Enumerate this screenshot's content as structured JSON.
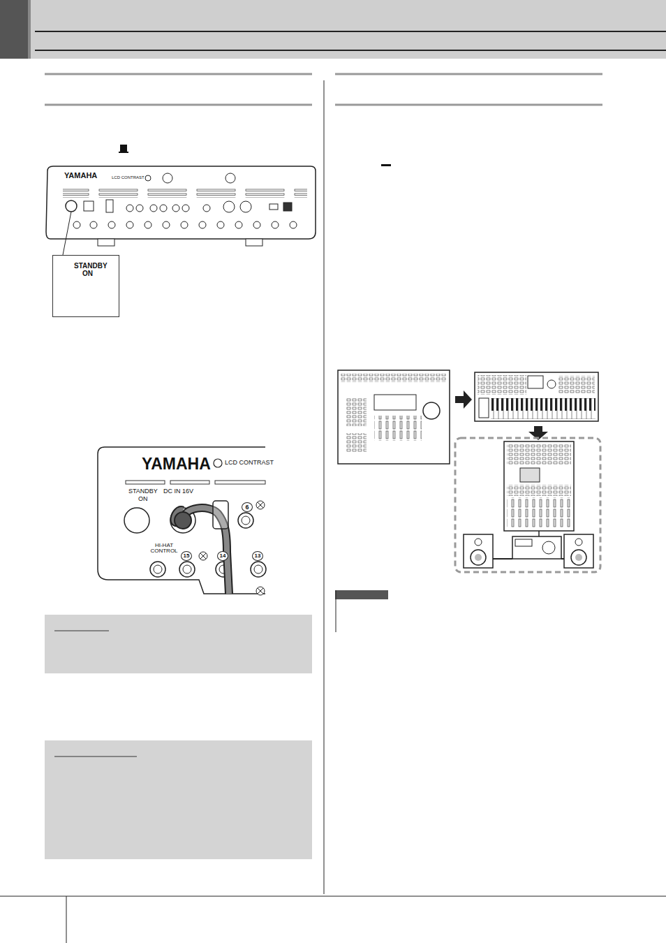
{
  "diagram": {
    "nodes": [
      {
        "text": [
          "STANDBY",
          "ON"
        ]
      }
    ],
    "labels": [
      "YAMAHA",
      "LCD CONTRAST",
      "YAMAHA",
      "LCD CONTRAST",
      "STANDBY",
      "ON",
      "DC IN 16V",
      "6",
      "HI-HAT CONTROL",
      "15",
      "14",
      "13"
    ]
  }
}
